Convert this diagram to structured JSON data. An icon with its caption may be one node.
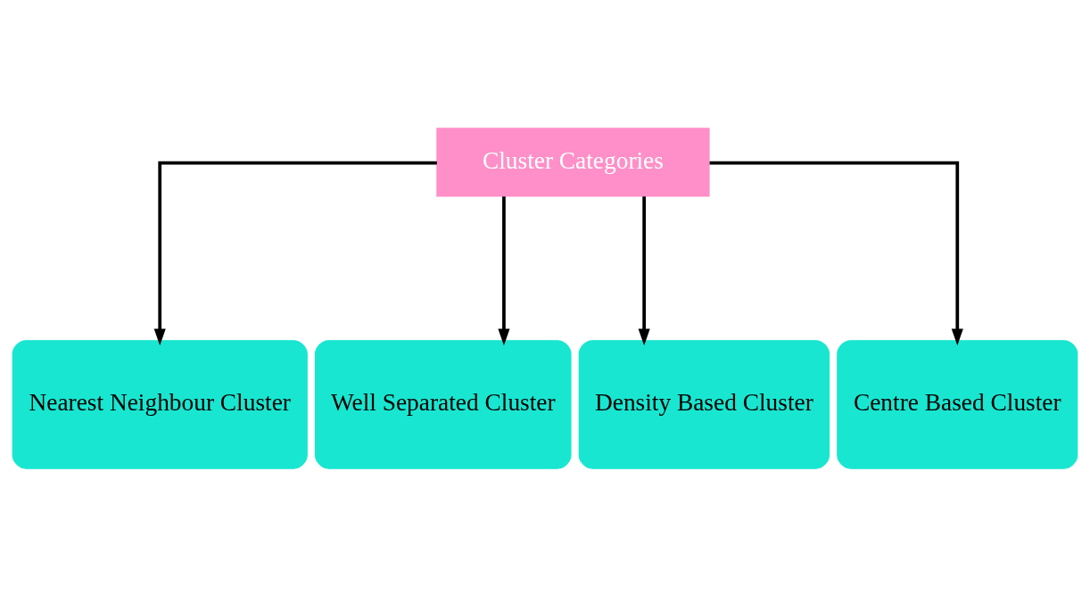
{
  "diagram": {
    "nodes": [
      {
        "text": [
          "Cluster Categories"
        ]
      },
      {
        "text": [
          "Nearest Neighbour Cluster"
        ]
      },
      {
        "text": [
          "Well Separated Cluster"
        ]
      },
      {
        "text": [
          "Density Based Cluster"
        ]
      },
      {
        "text": [
          "Centre Based Cluster"
        ]
      }
    ],
    "edges": [
      {
        "from": 0,
        "to": 1,
        "arrow": "to"
      },
      {
        "from": 0,
        "to": 2,
        "arrow": "to"
      },
      {
        "from": 0,
        "to": 3,
        "arrow": "to"
      },
      {
        "from": 0,
        "to": 4,
        "arrow": "to"
      }
    ]
  }
}
